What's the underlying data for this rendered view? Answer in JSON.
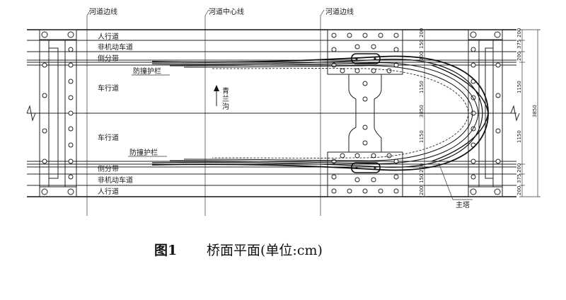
{
  "top_labels": {
    "left_edge": "河道边线",
    "center": "河道中心线",
    "right_edge": "河道边线"
  },
  "lanes": {
    "sidewalk_top": "人行道",
    "nonmotor_top": "非机动车道",
    "median_top": "侧分带",
    "guardrail_top": "防撞护栏",
    "carriageway_top": "车行道",
    "carriageway_bottom": "车行道",
    "guardrail_bottom": "防撞护栏",
    "median_bottom": "侧分带",
    "nonmotor_bottom": "非机动车道",
    "sidewalk_bottom": "人行道"
  },
  "river": {
    "name_line1": "青",
    "name_line2": "兰",
    "name_line3": "沟"
  },
  "tower_label": "主塔",
  "dims_inner": [
    "200",
    "150",
    "200",
    "1150",
    "3850",
    "1150",
    "200",
    "150",
    "200"
  ],
  "dims_outer": [
    "200",
    "375",
    "200",
    "1150",
    "3850",
    "1150",
    "200",
    "375",
    "200"
  ],
  "caption": {
    "fig": "图1",
    "title": "桥面平面(单位:cm)"
  }
}
